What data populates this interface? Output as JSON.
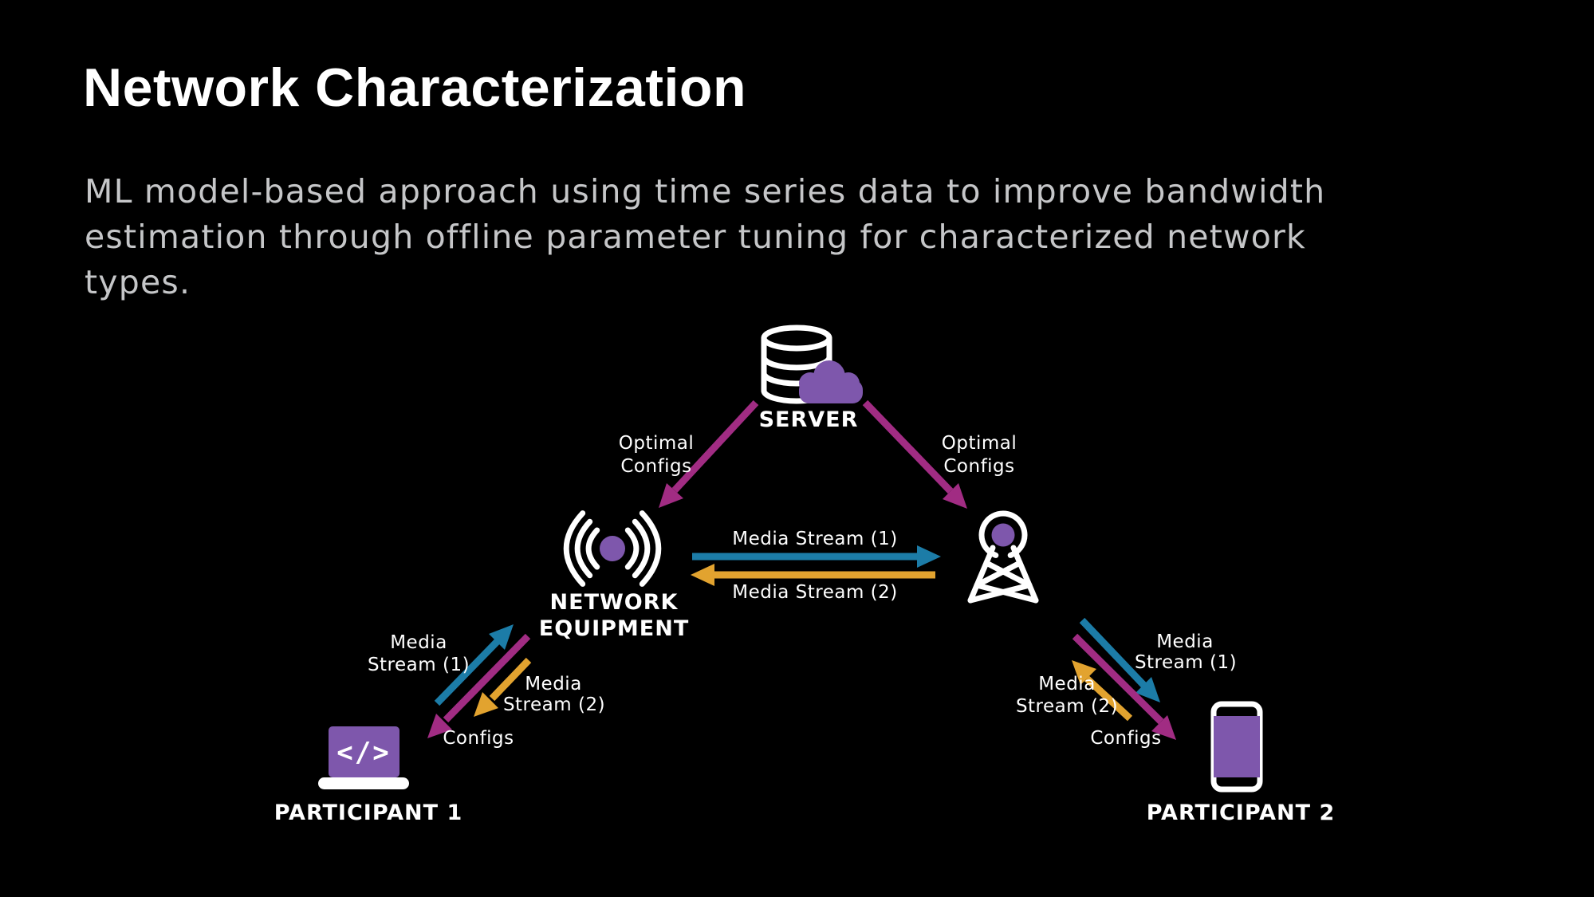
{
  "slide": {
    "title": "Network Characterization",
    "subtitle": {
      "lines": [
        "ML model-based approach using time series data to improve bandwidth",
        "estimation through offline parameter tuning for characterized network",
        "types."
      ]
    }
  },
  "diagram": {
    "nodes": {
      "server": {
        "label": "SERVER"
      },
      "network_equipment": {
        "label_line1": "NETWORK",
        "label_line2": "EQUIPMENT"
      },
      "participant1": {
        "label": "PARTICIPANT 1",
        "code_glyph": "</>"
      },
      "participant2": {
        "label": "PARTICIPANT 2"
      }
    },
    "labels": {
      "optimal": "Optimal",
      "configs": "Configs",
      "media_stream_1": "Media Stream (1)",
      "media_stream_2": "Media Stream (2)",
      "media": "Media",
      "stream_1": "Stream (1)",
      "stream_2": "Stream (2)"
    },
    "colors": {
      "background": "#000000",
      "white": "#FFFFFF",
      "subtitle_gray": "#C5C6C8",
      "magenta_configs": "#A12C83",
      "blue_media_stream_1": "#1C7CA7",
      "orange_media_stream_2": "#E2A32F",
      "purple_accent": "#7E57AC"
    }
  }
}
